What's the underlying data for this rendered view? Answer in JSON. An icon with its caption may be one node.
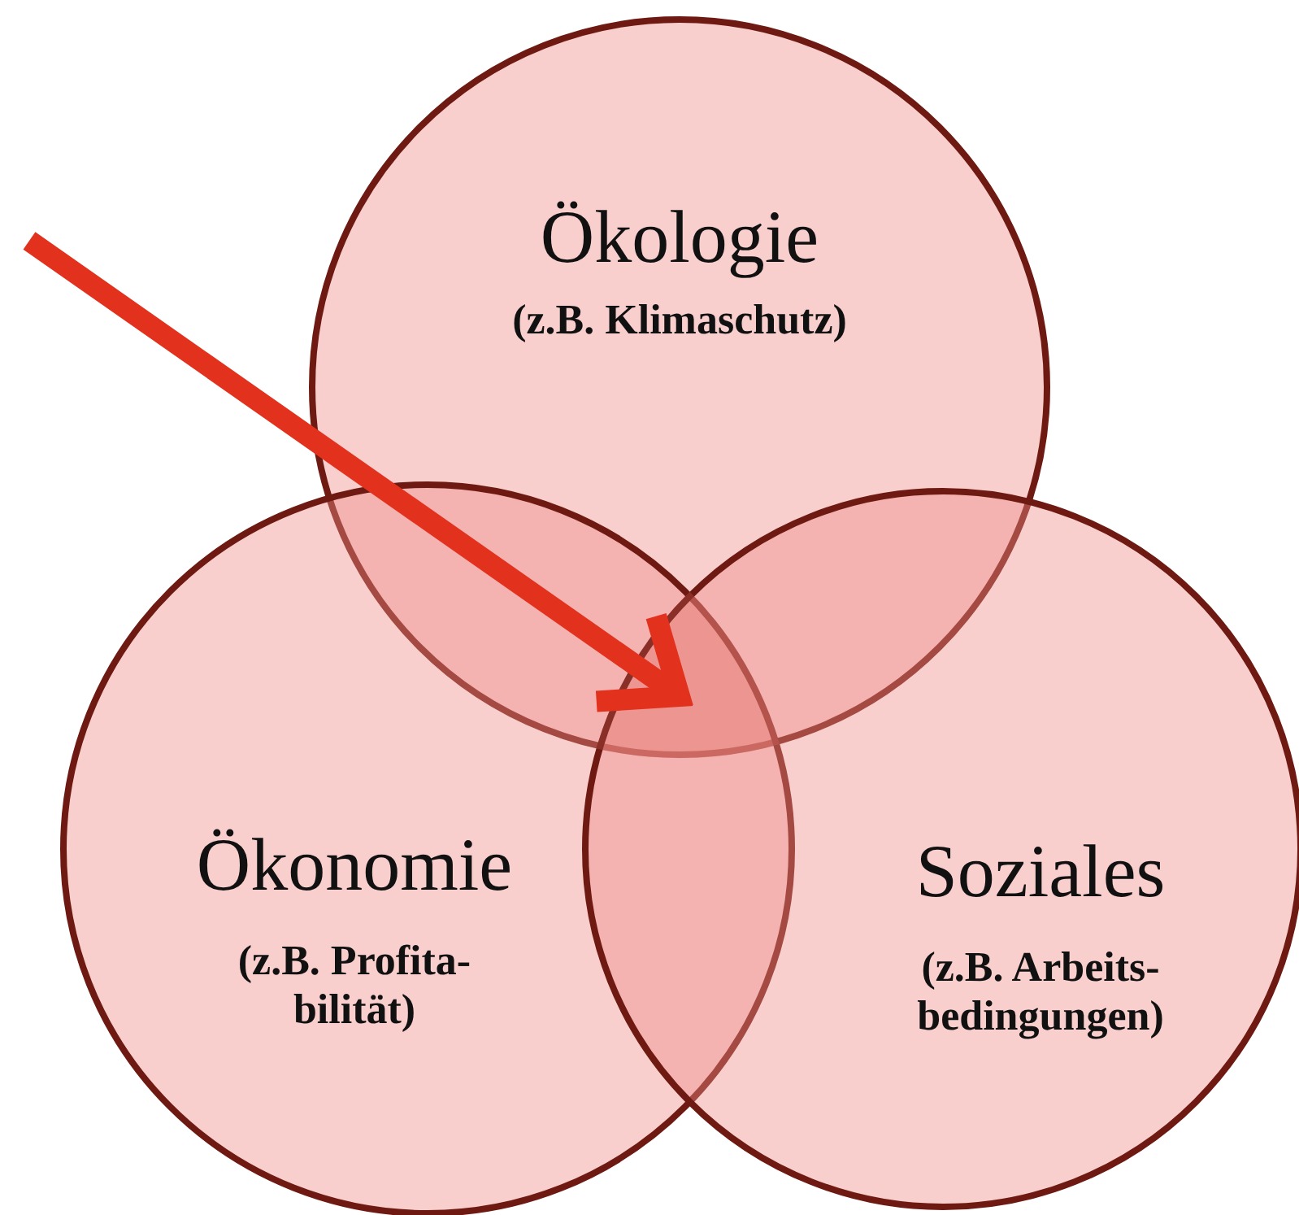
{
  "diagram": {
    "nodes": [
      {
        "text": [
          "Ökologie",
          "(z.B. Klimaschutz)"
        ]
      },
      {
        "text": [
          "Ökonomie",
          "(z.B. Profita- bilität)"
        ]
      },
      {
        "text": [
          "Soziales",
          "(z.B. Arbeits- bedingungen)"
        ]
      },
      {
        "text": [],
        "shape": "region"
      }
    ],
    "edges": [
      {
        "from": null,
        "to": 3,
        "arrow": "to"
      }
    ]
  }
}
